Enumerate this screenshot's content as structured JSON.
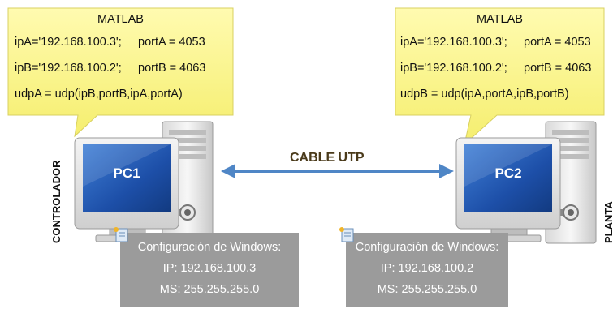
{
  "left_callout": {
    "title": "MATLAB",
    "line1_a": "ipA='192.168.100.3';",
    "line1_b": "portA = 4053",
    "line2_a": "ipB='192.168.100.2';",
    "line2_b": "portB = 4063",
    "line3": "udpA = udp(ipB,portB,ipA,portA)"
  },
  "right_callout": {
    "title": "MATLAB",
    "line1_a": "ipA='192.168.100.3';",
    "line1_b": "portA = 4053",
    "line2_a": "ipB='192.168.100.2';",
    "line2_b": "portB = 4063",
    "line3": "udpB = udp(ipA,portA,ipB,portB)"
  },
  "pc1": {
    "label": "PC1"
  },
  "pc2": {
    "label": "PC2"
  },
  "cable": {
    "label": "CABLE UTP"
  },
  "left_side_label": "CONTROLADOR",
  "right_side_label": "PLANTA",
  "left_config": {
    "title": "Configuración de Windows:",
    "ip": "IP: 192.168.100.3",
    "ms": "MS: 255.255.255.0"
  },
  "right_config": {
    "title": "Configuración de Windows:",
    "ip": "IP: 192.168.100.2",
    "ms": "MS: 255.255.255.0"
  },
  "colors": {
    "callout_fill": "#fbf58a",
    "callout_border": "#d8d060",
    "screen_blue": "#1e4fa8",
    "cable_arrow": "#4f86c6",
    "config_box": "#9b9b9b"
  },
  "icons": [
    "computer-icon",
    "tower-icon",
    "document-icon",
    "double-arrow-icon"
  ]
}
